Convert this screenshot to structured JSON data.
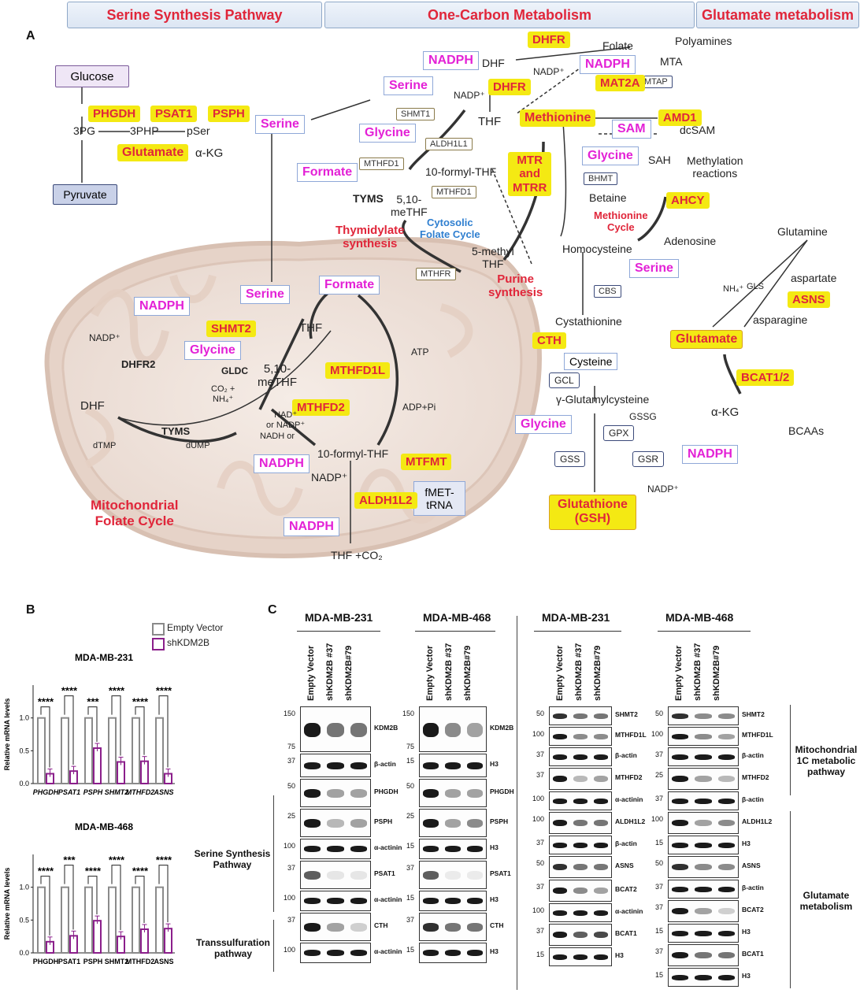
{
  "headers": {
    "serine": "Serine Synthesis Pathway",
    "onecarbon": "One-Carbon Metabolism",
    "glutamate": "Glutamate metabolism"
  },
  "panelA": {
    "letter": "A",
    "glucose": "Glucose",
    "pyruvate": "Pyruvate",
    "pg3": "3PG",
    "php3": "3PHP",
    "pser": "pSer",
    "akg1": "α-KG",
    "enz": {
      "phgdh": "PHGDH",
      "psat1": "PSAT1",
      "psph": "PSPH",
      "glutamate": "Glutamate",
      "dhfr1": "DHFR",
      "dhfr2": "DHFR",
      "mat2a": "MAT2A",
      "amd1": "AMD1",
      "mtr": "MTR\nand\nMTRR",
      "ahcy": "AHCY",
      "shmt2": "SHMT2",
      "mthfd1l": "MTHFD1L",
      "mthfd2": "MTHFD2",
      "mtfmt": "MTFMT",
      "aldh1l2": "ALDH1L2",
      "cth": "CTH",
      "asns": "ASNS",
      "bcat": "BCAT1/2",
      "glutamate2": "Glutamate",
      "gsh": "Glutathione\n(GSH)"
    },
    "met": {
      "serine1": "Serine",
      "serine2": "Serine",
      "serine3": "Serine",
      "serine4": "Serine",
      "nadph1": "NADPH",
      "nadph2": "NADPH",
      "nadph3": "NADPH",
      "nadph4": "NADPH",
      "nadph5": "NADPH",
      "nadph6": "NADPH",
      "glycine1": "Glycine",
      "glycine2": "Glycine",
      "glycine3": "Glycine",
      "glycine4": "Glycine",
      "formate1": "Formate",
      "formate2": "Formate",
      "methionine": "Methionine",
      "sam": "SAM"
    },
    "small": {
      "shmt1": "SHMT1",
      "aldh1l1": "ALDH1L1",
      "mthfd1a": "MTHFD1",
      "mthfd1b": "MTHFD1",
      "mthfr": "MTHFR",
      "mtap": "MTAP",
      "bhmt": "BHMT",
      "cbs": "CBS",
      "gcl": "GCL",
      "gpx": "GPX",
      "gss": "GSS",
      "gsr": "GSR",
      "fmet": "fMET-\ntRNA",
      "cysteine": "Cysteine"
    },
    "text": {
      "folate": "Folate",
      "dhf1": "DHF",
      "nadp1": "NADP⁺",
      "nadp2": "NADP⁺",
      "thf1": "THF",
      "polyamines": "Polyamines",
      "mta": "MTA",
      "dcsam": "dcSAM",
      "sah": "SAH",
      "methylation": "Methylation\nreactions",
      "formylthf1": "10-formyl-THF",
      "methf1": "5,10-\nmeTHF",
      "tyms1": "TYMS",
      "betaine": "Betaine",
      "adenosine": "Adenosine",
      "homocysteine": "Homocysteine",
      "methylthf": "5-methyl\nTHF",
      "glutamine": "Glutamine",
      "nh4a": "NH₄⁺",
      "gls": "GLS",
      "aspartate": "aspartate",
      "asparagine": "asparagine",
      "cystathionine": "Cystathionine",
      "glucys": "γ-Glutamylcysteine",
      "gssg": "GSSG",
      "akg2": "α-KG",
      "bcaas": "BCAAs",
      "nadp3": "NADP⁺",
      "nadp4": "NADP⁺",
      "dhfr2lbl": "DHFR2",
      "dhf2": "DHF",
      "thf2": "THF",
      "methf2": "5,10-\nmeTHF",
      "gldc": "GLDC",
      "co2": "CO₂ +\nNH₄⁺",
      "tyms2": "TYMS",
      "dtmp": "dTMP",
      "dump": "dUMP",
      "nadpor": "NAD⁺\nor NADP⁺",
      "nadhor": "NADH or",
      "atp": "ATP",
      "adppi": "ADP+Pi",
      "formylthf2": "10-formyl-THF",
      "nadp5": "NADP⁺",
      "thfco2": "THF +CO₂"
    },
    "red": {
      "thymidylate": "Thymidylate\nsynthesis",
      "purine": "Purine\nsynthesis",
      "metcycle": "Methionine\nCycle",
      "mitofolate": "Mitochondrial\nFolate Cycle"
    },
    "blue": {
      "cytosolic": "Cytosolic\nFolate Cycle"
    }
  },
  "panelB": {
    "letter": "B",
    "legend": [
      {
        "label": "Empty Vector",
        "color": "#8a8a8a"
      },
      {
        "label": "shKDM2B",
        "color": "#8b1f8b"
      }
    ],
    "ylabel": "Relative mRNA levels"
  },
  "chart_data": [
    {
      "type": "bar",
      "title": "MDA-MB-231",
      "categories": [
        "PHGDH",
        "PSAT1",
        "PSPH",
        "SHMT2",
        "MTHFD2",
        "ASNS"
      ],
      "series": [
        {
          "name": "Empty Vector",
          "values": [
            1.0,
            1.0,
            1.0,
            1.0,
            1.0,
            1.0
          ]
        },
        {
          "name": "shKDM2B",
          "values": [
            0.15,
            0.19,
            0.54,
            0.33,
            0.34,
            0.15
          ]
        }
      ],
      "significance": [
        "****",
        "****",
        "***",
        "****",
        "****",
        "****"
      ],
      "ylabel": "Relative mRNA levels",
      "ylim": [
        0,
        1.5
      ],
      "yticks": [
        "0.0",
        "0.5",
        "1.0"
      ]
    },
    {
      "type": "bar",
      "title": "MDA-MB-468",
      "categories": [
        "PHGDH",
        "PSAT1",
        "PSPH",
        "SHMT2",
        "MTHFD2",
        "ASNS"
      ],
      "series": [
        {
          "name": "Empty Vector",
          "values": [
            1.0,
            1.0,
            1.0,
            1.0,
            1.0,
            1.0
          ]
        },
        {
          "name": "shKDM2B",
          "values": [
            0.17,
            0.26,
            0.49,
            0.25,
            0.36,
            0.37
          ]
        }
      ],
      "significance": [
        "****",
        "***",
        "****",
        "****",
        "****",
        "****"
      ],
      "ylabel": "Relative mRNA levels",
      "ylim": [
        0,
        1.5
      ],
      "yticks": [
        "0.0",
        "0.5",
        "1.0"
      ]
    }
  ],
  "panelC": {
    "letter": "C",
    "lanes": [
      "Empty Vector",
      "shKDM2B #37",
      "shKDM2B#79"
    ],
    "sections": {
      "ssp": "Serine Synthesis\nPathway",
      "trans": "Transsulfuration\npathway",
      "mito": "Mitochondrial\n1C metabolic\npathway",
      "glu": "Glutamate\nmetabolism"
    },
    "blots": [
      {
        "cell": "MDA-MB-231",
        "rows": [
          {
            "protein": "KDM2B",
            "markers": [
              "150",
              "75"
            ],
            "pattern": [
              1,
              0.6,
              0.6
            ],
            "h": 60
          },
          {
            "protein": "β-actin",
            "markers": [
              "37"
            ],
            "pattern": [
              1,
              1,
              1
            ],
            "h": 32
          },
          {
            "protein": "PHGDH",
            "markers": [
              "50"
            ],
            "pattern": [
              1,
              0.4,
              0.4
            ],
            "h": 38
          },
          {
            "protein": "PSPH",
            "markers": [
              "25"
            ],
            "pattern": [
              1,
              0.3,
              0.4
            ],
            "h": 38
          },
          {
            "protein": "α-actinin",
            "markers": [
              "100"
            ],
            "pattern": [
              1,
              1,
              1
            ],
            "h": 28
          },
          {
            "protein": "PSAT1",
            "markers": [
              "37"
            ],
            "pattern": [
              0.7,
              0.1,
              0.1
            ],
            "h": 38
          },
          {
            "protein": "α-actinin",
            "markers": [
              "100"
            ],
            "pattern": [
              1,
              1,
              1
            ],
            "h": 28
          },
          {
            "protein": "CTH",
            "markers": [
              "37"
            ],
            "pattern": [
              1,
              0.4,
              0.2
            ],
            "h": 38
          },
          {
            "protein": "α-actinin",
            "markers": [
              "100"
            ],
            "pattern": [
              1,
              1,
              1
            ],
            "h": 28
          }
        ]
      },
      {
        "cell": "MDA-MB-468",
        "rows": [
          {
            "protein": "KDM2B",
            "markers": [
              "150",
              "75"
            ],
            "pattern": [
              1,
              0.5,
              0.4
            ],
            "h": 60
          },
          {
            "protein": "H3",
            "markers": [
              "15"
            ],
            "pattern": [
              1,
              1,
              1
            ],
            "h": 32
          },
          {
            "protein": "PHGDH",
            "markers": [
              "50"
            ],
            "pattern": [
              1,
              0.4,
              0.4
            ],
            "h": 38
          },
          {
            "protein": "PSPH",
            "markers": [
              "25"
            ],
            "pattern": [
              1,
              0.4,
              0.5
            ],
            "h": 38
          },
          {
            "protein": "H3",
            "markers": [
              "15"
            ],
            "pattern": [
              1,
              1,
              1
            ],
            "h": 28
          },
          {
            "protein": "PSAT1",
            "markers": [
              "37"
            ],
            "pattern": [
              0.7,
              0.05,
              0.05
            ],
            "h": 38
          },
          {
            "protein": "H3",
            "markers": [
              "15"
            ],
            "pattern": [
              1,
              1,
              1
            ],
            "h": 28
          },
          {
            "protein": "CTH",
            "markers": [
              "37"
            ],
            "pattern": [
              0.9,
              0.6,
              0.6
            ],
            "h": 38
          },
          {
            "protein": "H3",
            "markers": [
              "15"
            ],
            "pattern": [
              1,
              1,
              1
            ],
            "h": 28
          }
        ]
      },
      {
        "cell": "MDA-MB-231",
        "rows": [
          {
            "protein": "SHMT2",
            "markers": [
              "50"
            ],
            "pattern": [
              0.9,
              0.6,
              0.6
            ],
            "h": 26
          },
          {
            "protein": "MTHFD1L",
            "markers": [
              "100"
            ],
            "pattern": [
              1,
              0.5,
              0.5
            ],
            "h": 26
          },
          {
            "protein": "β-actin",
            "markers": [
              "37"
            ],
            "pattern": [
              1,
              1,
              1
            ],
            "h": 26
          },
          {
            "protein": "MTHFD2",
            "markers": [
              "37"
            ],
            "pattern": [
              1,
              0.3,
              0.4
            ],
            "h": 30
          },
          {
            "protein": "α-actinin",
            "markers": [
              "100"
            ],
            "pattern": [
              1,
              1,
              1
            ],
            "h": 26
          },
          {
            "protein": "ALDH1L2",
            "markers": [
              "100"
            ],
            "pattern": [
              1,
              0.6,
              0.6
            ],
            "h": 30
          },
          {
            "protein": "β-actin",
            "markers": [
              "37"
            ],
            "pattern": [
              1,
              1,
              1
            ],
            "h": 26
          },
          {
            "protein": "ASNS",
            "markers": [
              "50"
            ],
            "pattern": [
              0.9,
              0.6,
              0.6
            ],
            "h": 30
          },
          {
            "protein": "BCAT2",
            "markers": [
              "37"
            ],
            "pattern": [
              1,
              0.5,
              0.4
            ],
            "h": 30
          },
          {
            "protein": "α-actinin",
            "markers": [
              "100"
            ],
            "pattern": [
              1,
              1,
              1
            ],
            "h": 26
          },
          {
            "protein": "BCAT1",
            "markers": [
              "37"
            ],
            "pattern": [
              1,
              0.7,
              0.8
            ],
            "h": 30
          },
          {
            "protein": "H3",
            "markers": [
              "15"
            ],
            "pattern": [
              1,
              1,
              1
            ],
            "h": 26
          }
        ]
      },
      {
        "cell": "MDA-MB-468",
        "rows": [
          {
            "protein": "SHMT2",
            "markers": [
              "50"
            ],
            "pattern": [
              0.9,
              0.5,
              0.5
            ],
            "h": 26
          },
          {
            "protein": "MTHFD1L",
            "markers": [
              "100"
            ],
            "pattern": [
              1,
              0.5,
              0.4
            ],
            "h": 26
          },
          {
            "protein": "β-actin",
            "markers": [
              "37"
            ],
            "pattern": [
              1,
              1,
              1
            ],
            "h": 26
          },
          {
            "protein": "MTHFD2",
            "markers": [
              "25"
            ],
            "pattern": [
              1,
              0.4,
              0.3
            ],
            "h": 30
          },
          {
            "protein": "β-actin",
            "markers": [
              "37"
            ],
            "pattern": [
              1,
              1,
              1
            ],
            "h": 26
          },
          {
            "protein": "ALDH1L2",
            "markers": [
              "100"
            ],
            "pattern": [
              1,
              0.4,
              0.5
            ],
            "h": 30
          },
          {
            "protein": "H3",
            "markers": [
              "15"
            ],
            "pattern": [
              1,
              1,
              1
            ],
            "h": 26
          },
          {
            "protein": "ASNS",
            "markers": [
              "50"
            ],
            "pattern": [
              0.9,
              0.5,
              0.5
            ],
            "h": 30
          },
          {
            "protein": "β-actin",
            "markers": [
              "37"
            ],
            "pattern": [
              1,
              1,
              1
            ],
            "h": 26
          },
          {
            "protein": "BCAT2",
            "markers": [
              "37"
            ],
            "pattern": [
              1,
              0.4,
              0.2
            ],
            "h": 30
          },
          {
            "protein": "H3",
            "markers": [
              "15"
            ],
            "pattern": [
              1,
              1,
              1
            ],
            "h": 26
          },
          {
            "protein": "BCAT1",
            "markers": [
              "37"
            ],
            "pattern": [
              1,
              0.6,
              0.6
            ],
            "h": 30
          },
          {
            "protein": "H3",
            "markers": [
              "15"
            ],
            "pattern": [
              1,
              1,
              1
            ],
            "h": 26
          }
        ]
      }
    ]
  }
}
